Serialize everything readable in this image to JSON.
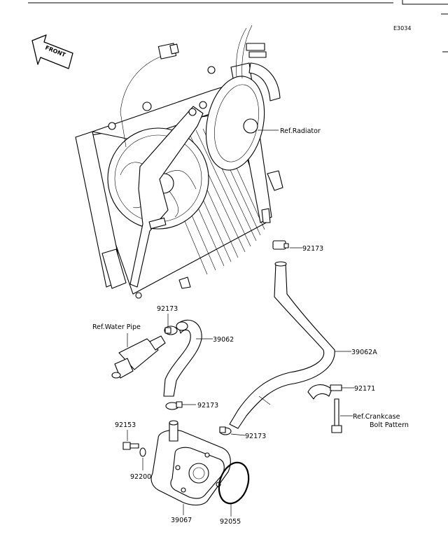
{
  "diagram_code": "E3034",
  "front_label": "FRONT",
  "callouts": {
    "ref_radiator": "Ref.Radiator",
    "ref_water_pipe": "Ref.Water Pipe",
    "ref_crankcase_1": "Ref.Crankcase",
    "ref_crankcase_2": "Bolt Pattern",
    "p92173_a": "92173",
    "p92173_b": "92173",
    "p92173_c": "92173",
    "p92173_d": "92173",
    "p39062": "39062",
    "p39062a": "39062A",
    "p92171": "92171",
    "p92153": "92153",
    "p92200": "92200",
    "p39067": "39067",
    "p92055": "92055"
  }
}
